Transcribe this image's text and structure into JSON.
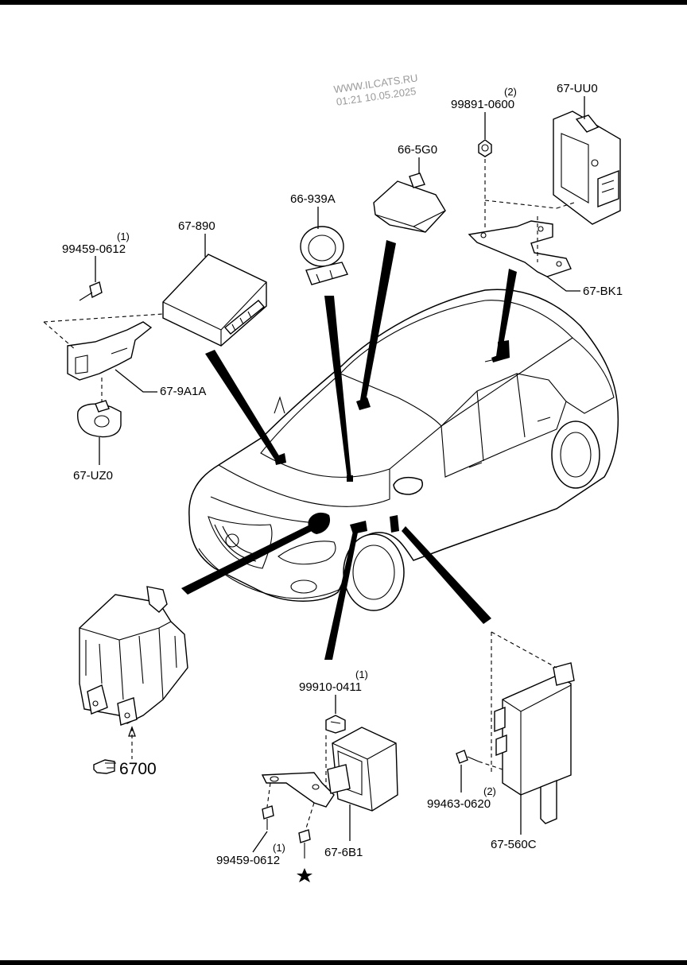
{
  "watermark": {
    "line1": "WWW.ILCATS.RU",
    "line2": "01:21 10.05.2025"
  },
  "parts": {
    "p67_890": {
      "number": "67-890"
    },
    "p66_939a": {
      "number": "66-939A"
    },
    "p66_5g0": {
      "number": "66-5G0"
    },
    "p67_uu0": {
      "number": "67-UU0"
    },
    "p67_bk1": {
      "number": "67-BK1"
    },
    "p67_9a1a": {
      "number": "67-9A1A"
    },
    "p67_uz0": {
      "number": "67-UZ0"
    },
    "p67_6b1": {
      "number": "67-6B1"
    },
    "p67_560c": {
      "number": "67-560C"
    }
  },
  "fasteners": {
    "f99891_0600": {
      "number": "99891-0600",
      "qty": "(2)"
    },
    "f99459_0612_top": {
      "number": "99459-0612",
      "qty": "(1)"
    },
    "f99910_0411": {
      "number": "99910-0411",
      "qty": "(1)"
    },
    "f99463_0620": {
      "number": "99463-0620",
      "qty": "(2)"
    },
    "f99459_0612_bottom": {
      "number": "99459-0612",
      "qty": "(1)"
    }
  },
  "reference": {
    "label": "6700"
  },
  "colors": {
    "ink": "#000000",
    "paper": "#ffffff",
    "watermark": "#9a9a9a"
  },
  "icons": [
    "pointing-hand-icon",
    "star-icon"
  ]
}
